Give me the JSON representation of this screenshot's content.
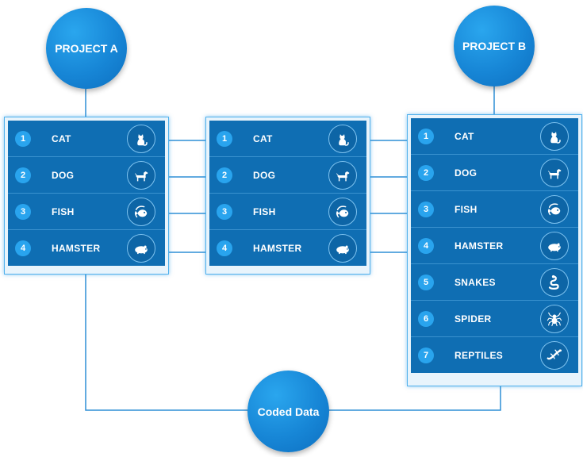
{
  "nodes": {
    "project_a": "PROJECT A",
    "project_b": "PROJECT B",
    "coded_data": "Coded Data"
  },
  "lists": {
    "left": [
      {
        "num": "1",
        "label": "CAT",
        "icon": "cat-icon"
      },
      {
        "num": "2",
        "label": "DOG",
        "icon": "dog-icon"
      },
      {
        "num": "3",
        "label": "FISH",
        "icon": "fish-icon"
      },
      {
        "num": "4",
        "label": "HAMSTER",
        "icon": "hamster-icon"
      }
    ],
    "middle": [
      {
        "num": "1",
        "label": "CAT",
        "icon": "cat-icon"
      },
      {
        "num": "2",
        "label": "DOG",
        "icon": "dog-icon"
      },
      {
        "num": "3",
        "label": "FISH",
        "icon": "fish-icon"
      },
      {
        "num": "4",
        "label": "HAMSTER",
        "icon": "hamster-icon"
      }
    ],
    "right": [
      {
        "num": "1",
        "label": "CAT",
        "icon": "cat-icon"
      },
      {
        "num": "2",
        "label": "DOG",
        "icon": "dog-icon"
      },
      {
        "num": "3",
        "label": "FISH",
        "icon": "fish-icon"
      },
      {
        "num": "4",
        "label": "HAMSTER",
        "icon": "hamster-icon"
      },
      {
        "num": "5",
        "label": "SNAKES",
        "icon": "snake-icon"
      },
      {
        "num": "6",
        "label": "SPIDER",
        "icon": "spider-icon"
      },
      {
        "num": "7",
        "label": "REPTILES",
        "icon": "lizard-icon"
      }
    ]
  },
  "colors": {
    "circle": "#1786d6",
    "panel": "#0f6eb3",
    "badge": "#29a4ee",
    "line": "#2e8fd6"
  }
}
